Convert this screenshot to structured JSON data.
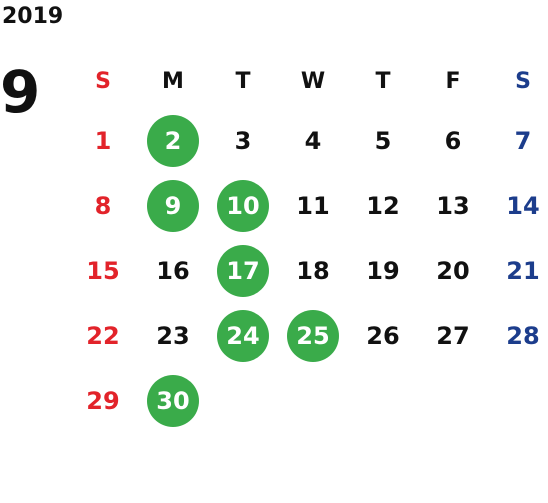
{
  "year": "2019",
  "month": "9",
  "colors": {
    "sunday": "#e2232a",
    "saturday": "#1c3d8c",
    "weekday": "#111111",
    "highlight_bg": "#3aab4a",
    "highlight_text": "#ffffff"
  },
  "weekdays": [
    "S",
    "M",
    "T",
    "W",
    "T",
    "F",
    "S"
  ],
  "weeks": [
    [
      {
        "d": "1"
      },
      {
        "d": "2",
        "h": true
      },
      {
        "d": "3"
      },
      {
        "d": "4"
      },
      {
        "d": "5"
      },
      {
        "d": "6"
      },
      {
        "d": "7"
      }
    ],
    [
      {
        "d": "8"
      },
      {
        "d": "9",
        "h": true
      },
      {
        "d": "10",
        "h": true
      },
      {
        "d": "11"
      },
      {
        "d": "12"
      },
      {
        "d": "13"
      },
      {
        "d": "14"
      }
    ],
    [
      {
        "d": "15"
      },
      {
        "d": "16"
      },
      {
        "d": "17",
        "h": true
      },
      {
        "d": "18"
      },
      {
        "d": "19"
      },
      {
        "d": "20"
      },
      {
        "d": "21"
      }
    ],
    [
      {
        "d": "22"
      },
      {
        "d": "23"
      },
      {
        "d": "24",
        "h": true
      },
      {
        "d": "25",
        "h": true
      },
      {
        "d": "26"
      },
      {
        "d": "27"
      },
      {
        "d": "28"
      }
    ],
    [
      {
        "d": "29"
      },
      {
        "d": "30",
        "h": true
      },
      null,
      null,
      null,
      null,
      null
    ]
  ]
}
